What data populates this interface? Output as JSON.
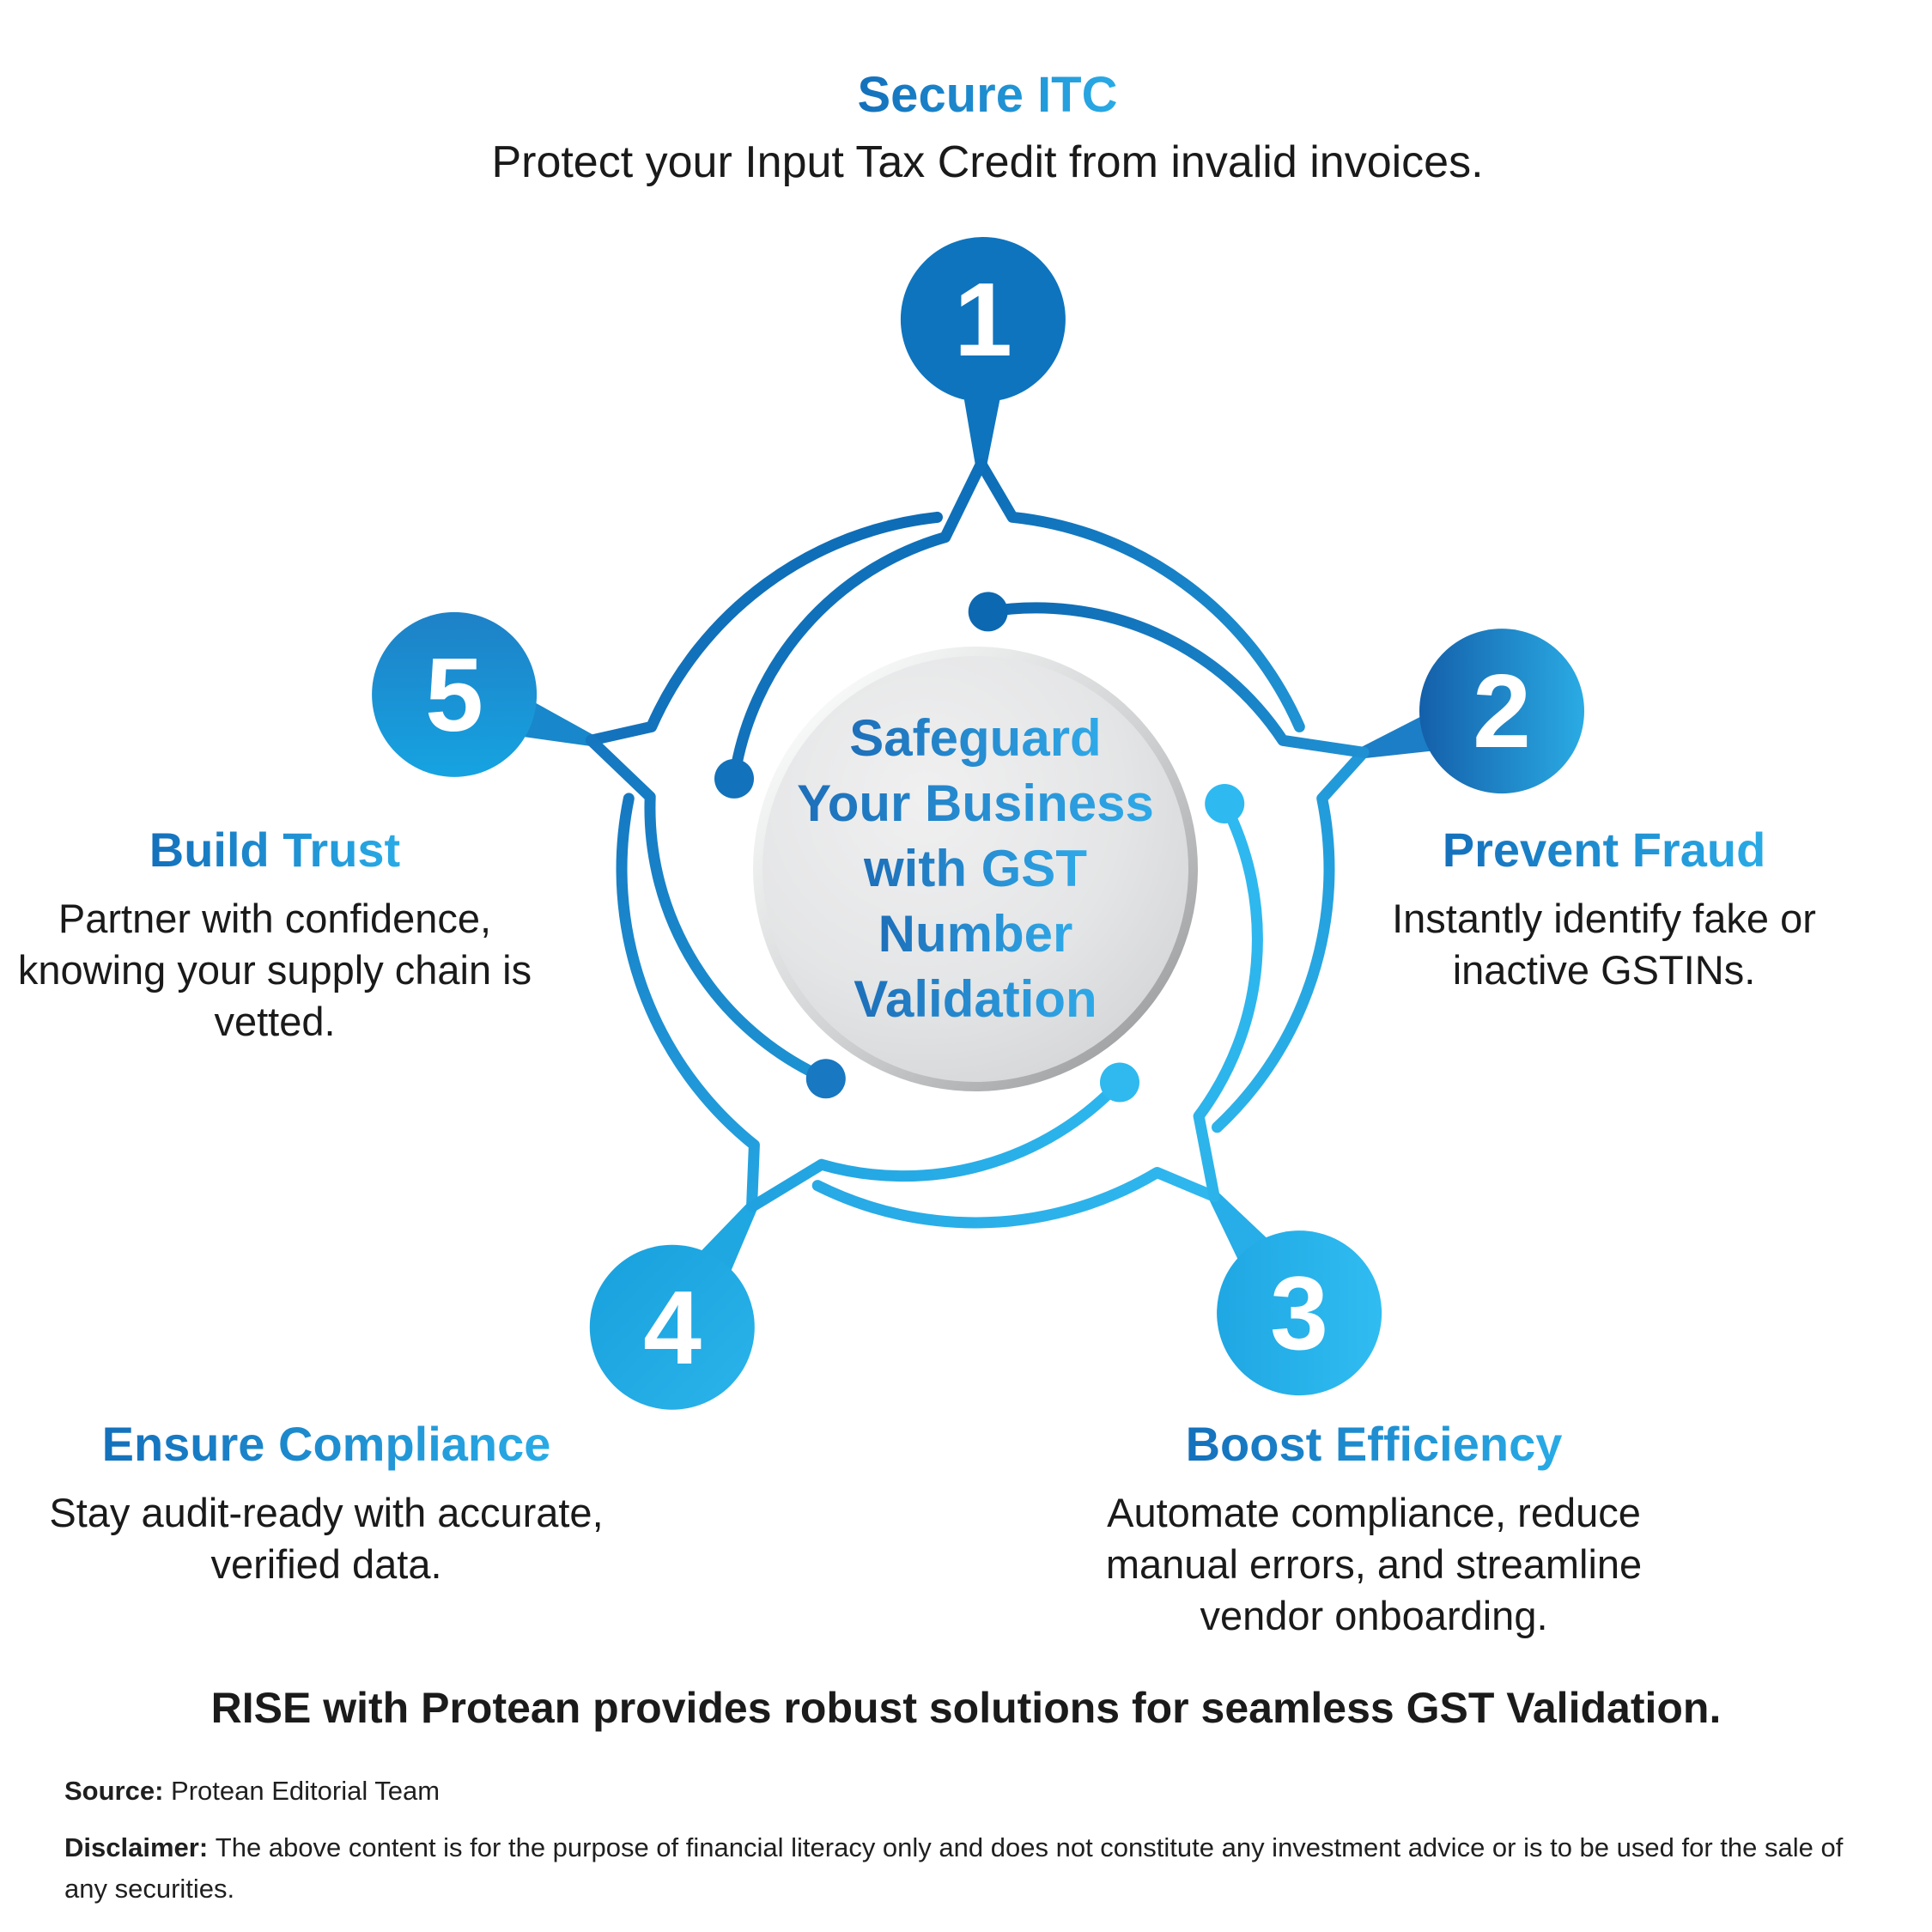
{
  "center": {
    "lines": [
      "Safeguard",
      "Your Business",
      "with GST",
      "Number",
      "Validation"
    ]
  },
  "items": [
    {
      "num": "1",
      "heading": "Secure ITC",
      "body": "Protect your Input Tax Credit from invalid invoices."
    },
    {
      "num": "2",
      "heading": "Prevent Fraud",
      "body": "Instantly identify fake or inactive GSTINs."
    },
    {
      "num": "3",
      "heading": "Boost Efficiency",
      "body": "Automate compliance, reduce manual errors, and streamline vendor onboarding."
    },
    {
      "num": "4",
      "heading": "Ensure Compliance",
      "body": "Stay audit-ready with accurate, verified data."
    },
    {
      "num": "5",
      "heading": "Build Trust",
      "body": "Partner with confidence, knowing your supply chain is vetted."
    }
  ],
  "footer": {
    "tagline": "RISE with Protean provides robust solutions for seamless GST Validation.",
    "source_label": "Source:",
    "source_value": "Protean Editorial Team",
    "disclaimer_label": "Disclaimer:",
    "disclaimer_text": "The above content is for the purpose of financial literacy only and does not constitute any investment advice or is to be used for the sale of any securities."
  },
  "colors": {
    "dark_blue": "#0d6cb6",
    "mid_blue": "#1473bd",
    "light_cyan": "#2bb3ea",
    "heading_gradient_start": "#1470bb",
    "heading_gradient_end": "#29abe6",
    "center_circle_gray": "#e4e5e6",
    "text_dark": "#1a1a1a"
  }
}
